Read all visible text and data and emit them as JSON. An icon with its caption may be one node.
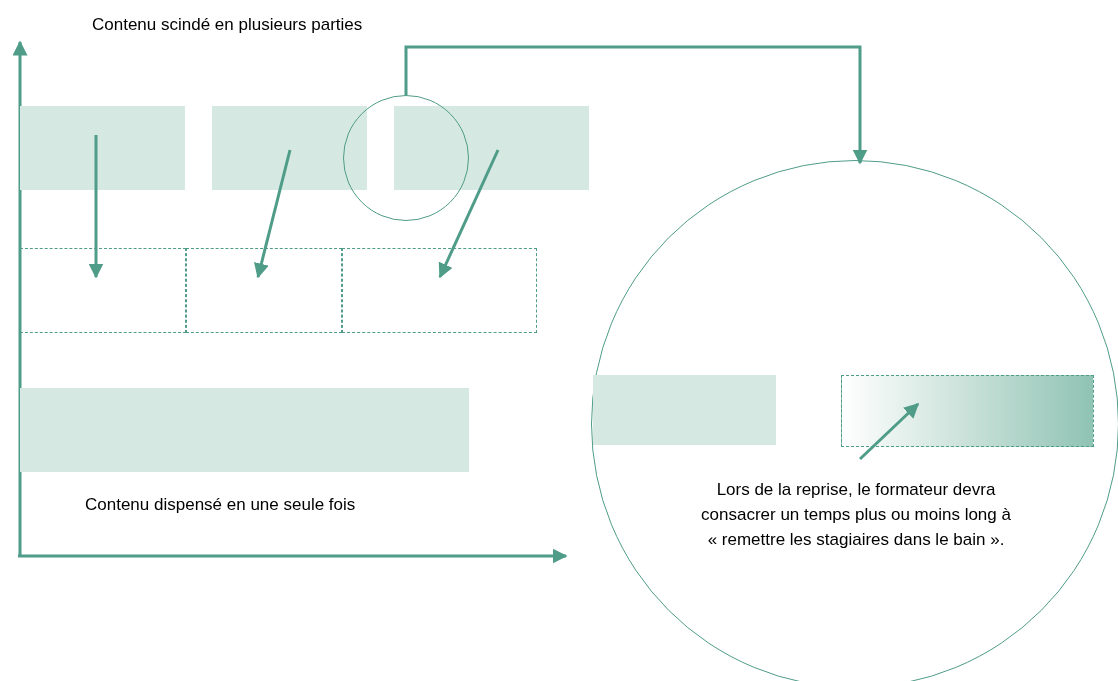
{
  "diagram": {
    "nodes": [
      {
        "text": [],
        "shape": "box"
      },
      {
        "text": [],
        "shape": "box"
      },
      {
        "text": [],
        "shape": "box"
      },
      {
        "text": [],
        "shape": "box"
      },
      {
        "text": [],
        "shape": "box"
      },
      {
        "text": [],
        "shape": "box"
      },
      {
        "text": [],
        "shape": "box"
      },
      {
        "text": [],
        "shape": "circle"
      },
      {
        "text": [],
        "shape": "circle"
      },
      {
        "text": [],
        "shape": "box",
        "in": 8
      },
      {
        "text": [],
        "shape": "box",
        "in": 8
      },
      {
        "text": [
          "Lors de la reprise, le formateur devra consacrer un temps plus ou moins long à « remettre les stagiaires dans le bain »."
        ],
        "in": 8
      }
    ],
    "edges": [
      {
        "from": 0,
        "to": 3,
        "arrow": "to"
      },
      {
        "from": 1,
        "to": 4,
        "arrow": "to"
      },
      {
        "from": 2,
        "to": 5,
        "arrow": "to"
      },
      {
        "from": 7,
        "to": 8,
        "arrow": "to"
      },
      {
        "from": 11,
        "to": 10,
        "arrow": "to"
      }
    ],
    "labels": [
      "Contenu scindé en plusieurs parties",
      "Contenu dispensé en une seule fois"
    ]
  }
}
